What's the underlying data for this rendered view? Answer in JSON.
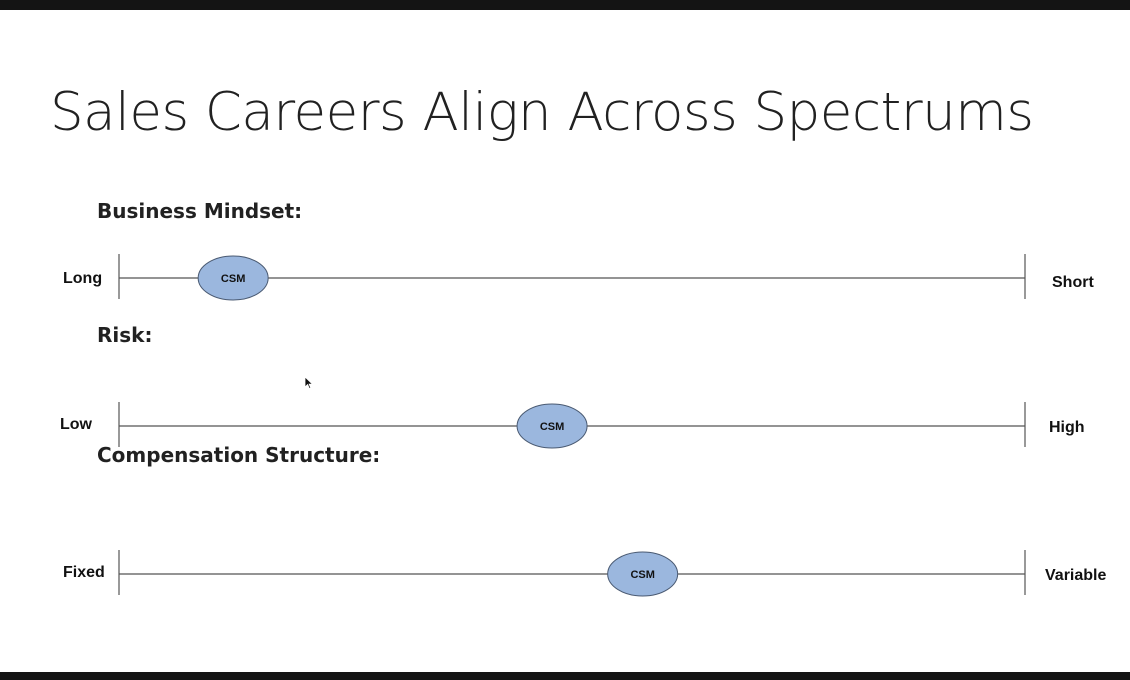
{
  "slide": {
    "title": "Sales Careers Align Across Spectrums"
  },
  "spectrums": [
    {
      "heading": "Business Mindset:",
      "left_label": "Long",
      "right_label": "Short",
      "marker_label": "CSM",
      "marker_position_fraction": 0.126
    },
    {
      "heading": "Risk:",
      "left_label": "Low",
      "right_label": "High",
      "marker_label": "CSM",
      "marker_position_fraction": 0.478
    },
    {
      "heading": "Compensation Structure:",
      "left_label": "Fixed",
      "right_label": "Variable",
      "marker_label": "CSM",
      "marker_position_fraction": 0.578
    }
  ],
  "colors": {
    "marker_fill": "#9bb7de",
    "marker_stroke": "#4a5a72",
    "line": "#555555",
    "text": "#212121"
  },
  "icons": {
    "cursor": "mouse-pointer-icon"
  }
}
